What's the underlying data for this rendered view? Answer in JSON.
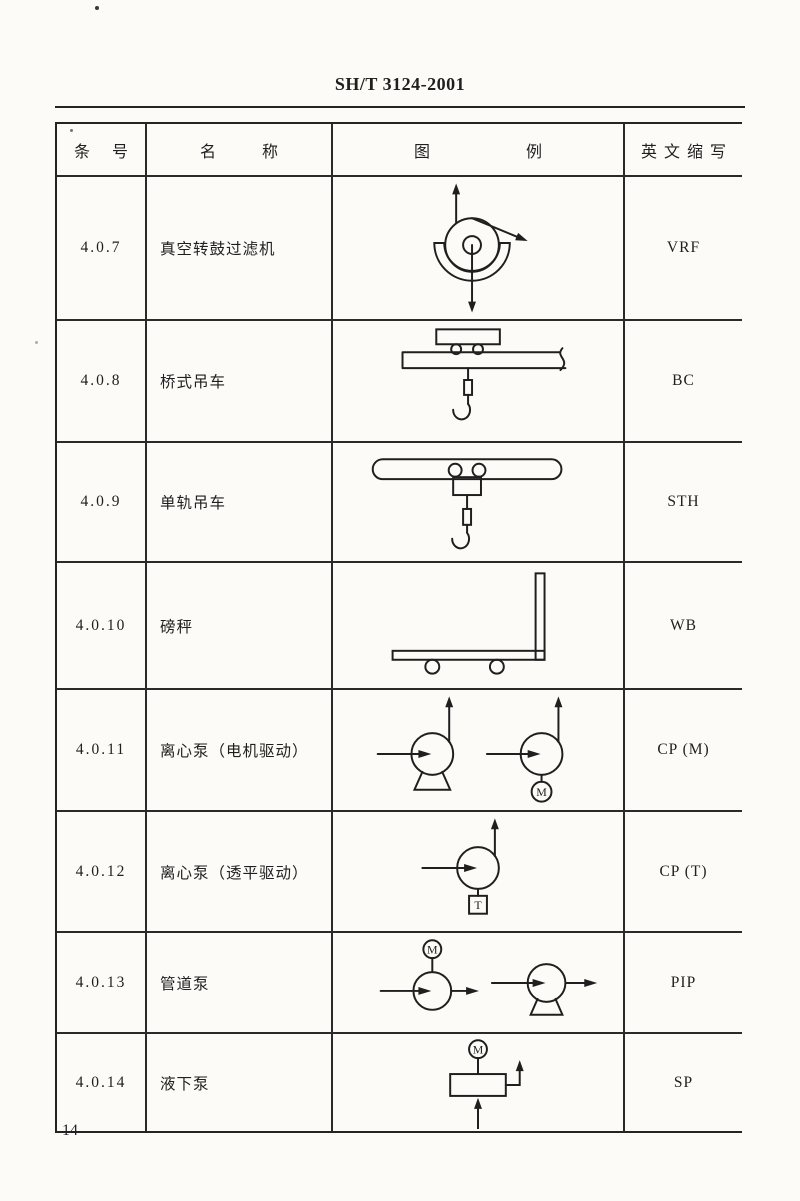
{
  "page": {
    "doc_code": "SH/T 3124-2001",
    "page_number": "14"
  },
  "colors": {
    "ink": "#1f1f1f",
    "paper": "#fcfbf8"
  },
  "table": {
    "headers": [
      "条号",
      "名称",
      "图例",
      "英文缩写"
    ]
  },
  "rows": [
    {
      "clause": "4.0.7",
      "name": "真空转鼓过滤机",
      "abbr": "VRF",
      "symbol": "vacuum-rotary-drum-filter"
    },
    {
      "clause": "4.0.8",
      "name": "桥式吊车",
      "abbr": "BC",
      "symbol": "bridge-crane"
    },
    {
      "clause": "4.0.9",
      "name": "单轨吊车",
      "abbr": "STH",
      "symbol": "single-track-hoist"
    },
    {
      "clause": "4.0.10",
      "name": "磅秤",
      "abbr": "WB",
      "symbol": "weighbridge-scale"
    },
    {
      "clause": "4.0.11",
      "name": "离心泵（电机驱动）",
      "abbr": "CP (M)",
      "symbol": "centrifugal-pump-motor-driven",
      "driver_label": "M"
    },
    {
      "clause": "4.0.12",
      "name": "离心泵（透平驱动）",
      "abbr": "CP (T)",
      "symbol": "centrifugal-pump-turbine-driven",
      "driver_label": "T"
    },
    {
      "clause": "4.0.13",
      "name": "管道泵",
      "abbr": "PIP",
      "symbol": "pipeline-pump",
      "driver_label": "M"
    },
    {
      "clause": "4.0.14",
      "name": "液下泵",
      "abbr": "SP",
      "symbol": "submerged-pump",
      "driver_label": "M"
    }
  ]
}
